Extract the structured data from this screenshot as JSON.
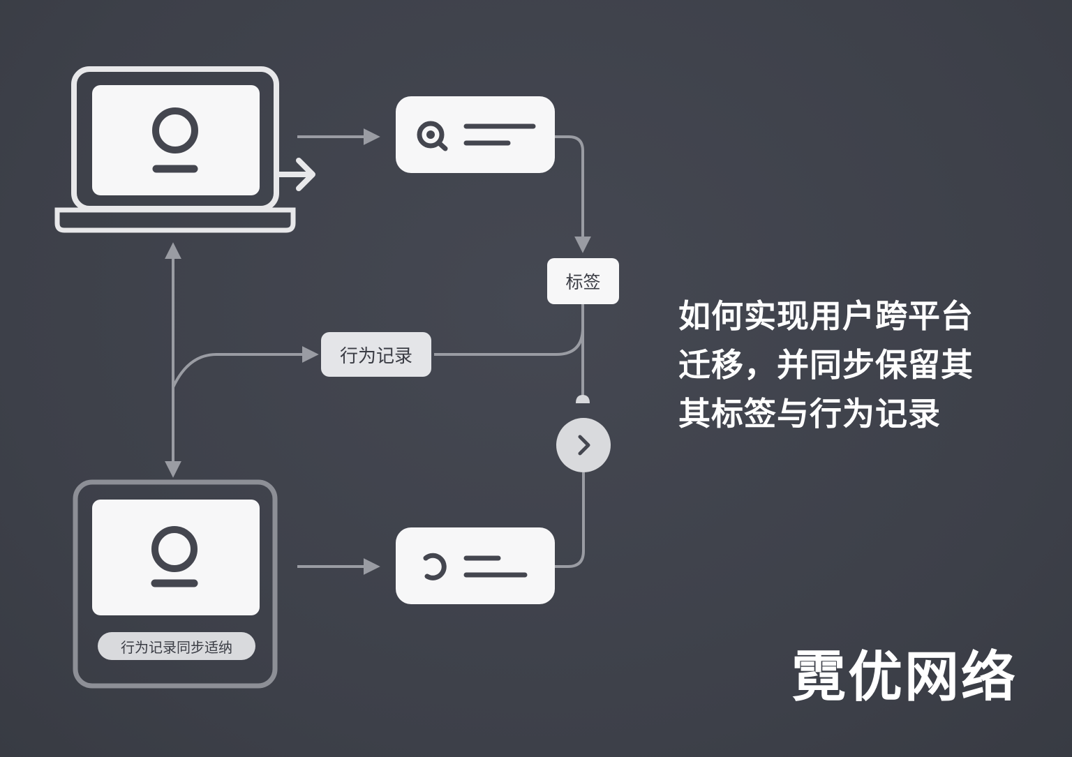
{
  "diagram": {
    "tag_label": "标签",
    "behavior_label": "行为记录",
    "sync_label": "行为记录同步适纳"
  },
  "headline": {
    "line1": "如何实现用户跨平台",
    "line2": "迁移，并同步保留其",
    "line3": "其标签与行为记录"
  },
  "brand": {
    "name": "霓优网络"
  },
  "icons": {
    "laptop": "laptop-user-icon",
    "tablet": "tablet-user-icon",
    "search_card": "search-icon",
    "refresh_card": "refresh-icon",
    "next": "chevron-right-icon"
  },
  "colors": {
    "background": "#3f424b",
    "line": "#9a9ca3",
    "card": "#f7f7f8",
    "icon": "#44464f",
    "text": "#ffffff"
  }
}
